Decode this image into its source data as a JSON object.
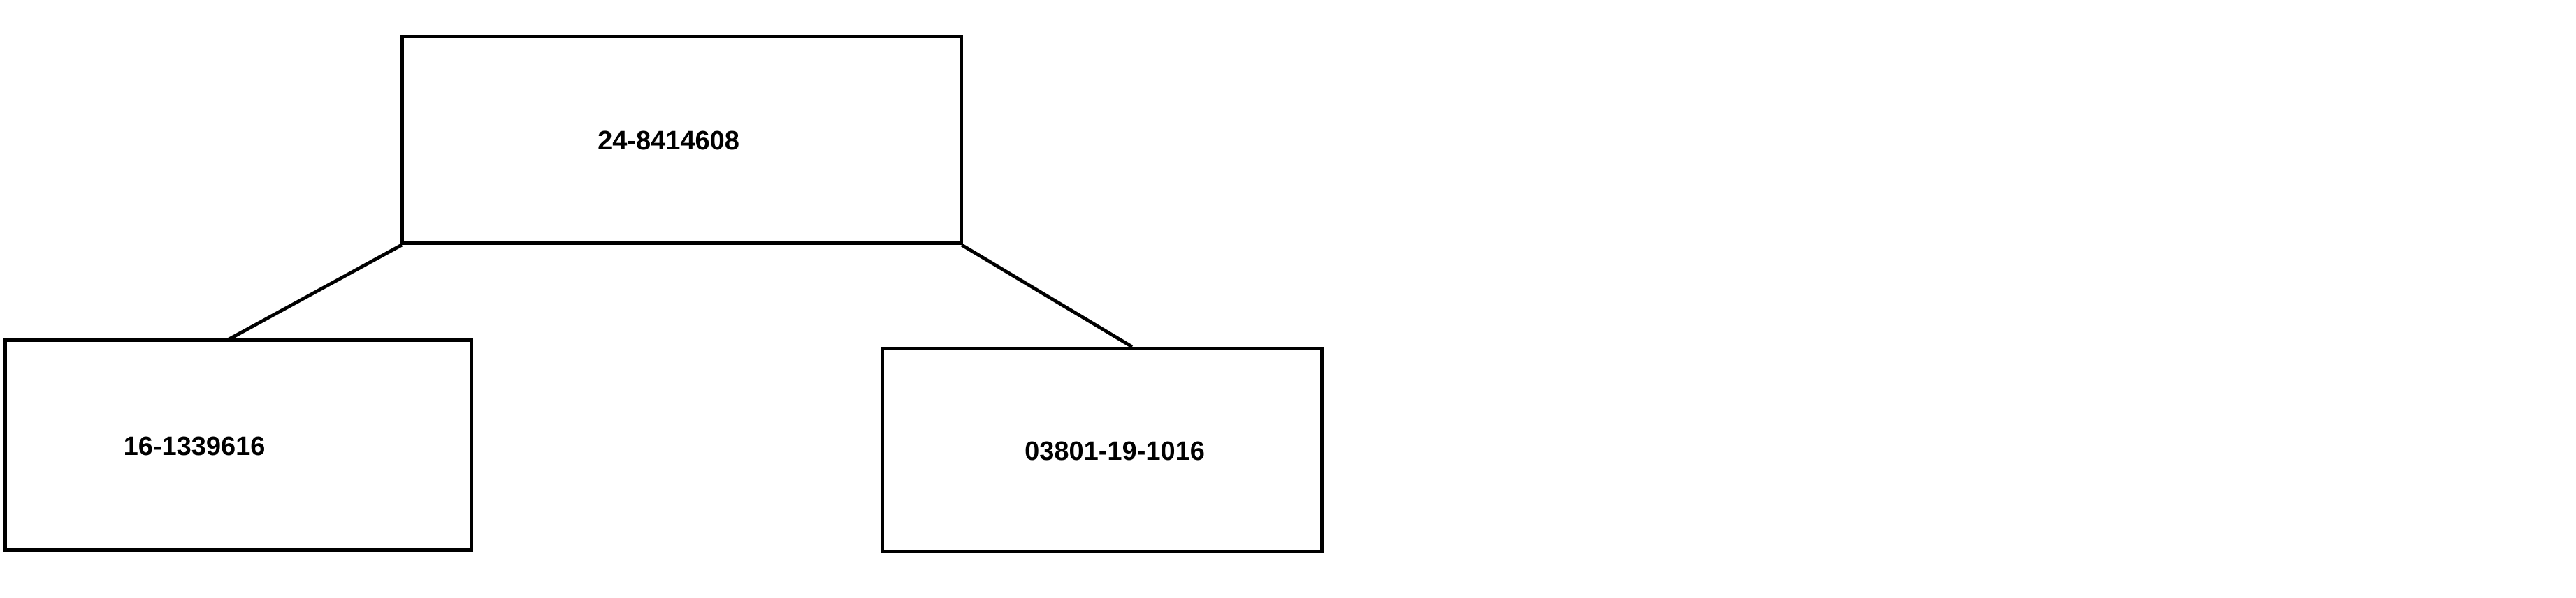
{
  "diagram": {
    "type": "tree",
    "orientation": "top-down",
    "background_color": "#ffffff",
    "stroke_color": "#000000",
    "fill_color": "#ffffff",
    "nodes": {
      "root": {
        "label": "24-8414608",
        "role": "parent-node"
      },
      "child_left": {
        "label": "16-1339616",
        "role": "child-node"
      },
      "child_right": {
        "label": "03801-19-1016",
        "role": "child-node"
      }
    },
    "edges": [
      {
        "id": "edge-root-to-left",
        "from": "root",
        "to": "child_left"
      },
      {
        "id": "edge-root-to-right",
        "from": "root",
        "to": "child_right"
      }
    ]
  }
}
